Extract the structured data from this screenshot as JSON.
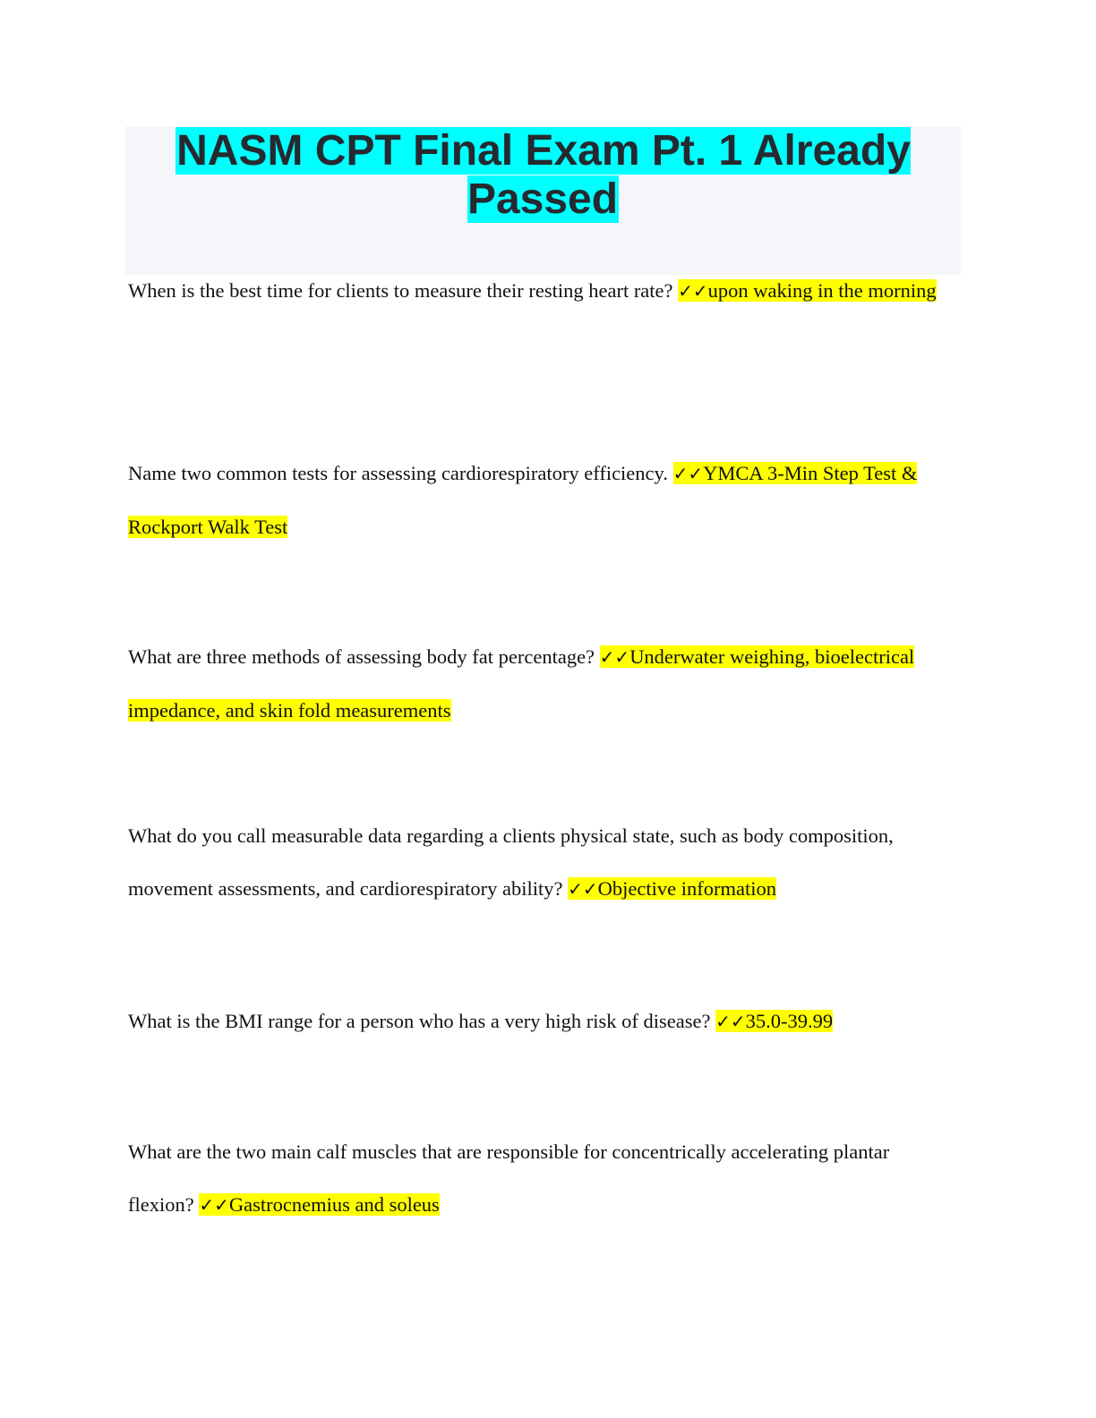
{
  "document": {
    "title": "NASM CPT Final Exam Pt. 1 Already Passed",
    "check_mark": "✓✓",
    "items": [
      {
        "question": "When is the best time for clients to measure their resting heart rate?",
        "answer": "upon waking in the morning"
      },
      {
        "question": "Name two common tests for assessing cardiorespiratory efficiency.",
        "answer": "YMCA 3-Min Step Test & Rockport Walk Test"
      },
      {
        "question": "What are three methods of assessing body fat percentage?",
        "answer": "Underwater weighing, bioelectrical impedance, and skin fold measurements"
      },
      {
        "question": "What do you call measurable data regarding a clients physical state, such as body composition, movement assessments, and cardiorespiratory ability?",
        "answer": "Objective information"
      },
      {
        "question": "What is the BMI range for a person who has a very high risk of disease?",
        "answer": "35.0-39.99"
      },
      {
        "question": "What are the two main calf muscles that are responsible for concentrically accelerating plantar flexion?",
        "answer": "Gastrocnemius and soleus"
      }
    ]
  },
  "colors": {
    "title_highlight": "#00ffff",
    "answer_highlight": "#ffff00",
    "title_box_background": "#f5f6fa",
    "title_text": "#26292f"
  }
}
